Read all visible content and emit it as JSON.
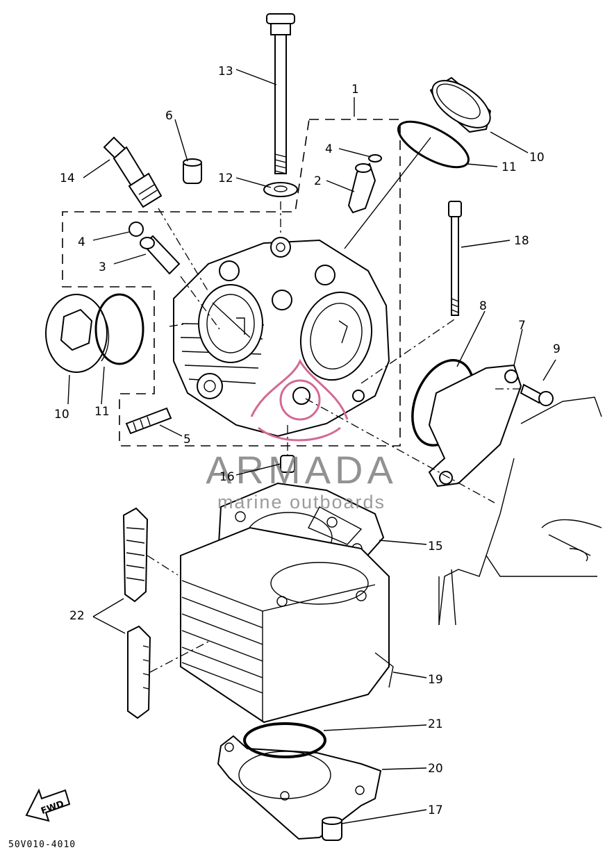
{
  "diagram_code": "50V010-4010",
  "fwd_label": "FWD",
  "watermark": {
    "brand": "ARMADA",
    "tagline": "marine outboards",
    "accent_color": "#d26a94",
    "text_color": "#7f7f7f"
  },
  "callouts": {
    "c1": "1",
    "c2": "2",
    "c3": "3",
    "c4a": "4",
    "c4b": "4",
    "c5": "5",
    "c6": "6",
    "c7": "7",
    "c8": "8",
    "c9": "9",
    "c10a": "10",
    "c10b": "10",
    "c11a": "11",
    "c11b": "11",
    "c12": "12",
    "c13": "13",
    "c14": "14",
    "c15": "15",
    "c16": "16",
    "c17": "17",
    "c18": "18",
    "c19": "19",
    "c20": "20",
    "c21": "21",
    "c22": "22"
  }
}
